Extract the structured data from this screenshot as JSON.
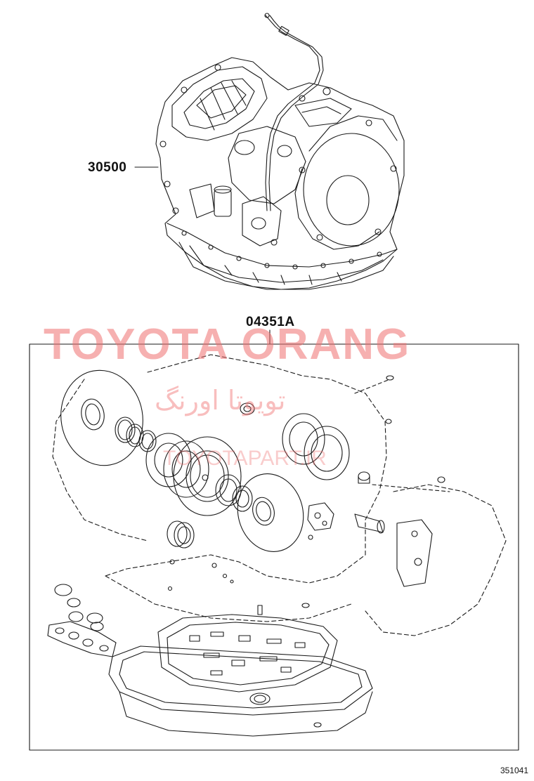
{
  "labels": {
    "assembly_part": "30500",
    "kit_part": "04351A"
  },
  "watermark": {
    "brand": "TOYOTA ORANG",
    "persian": "تویوتا اورنگ",
    "url": "TOYOTAPART.IR",
    "color": "#f07070"
  },
  "reference_number": "351041",
  "colors": {
    "line": "#1a1a1a",
    "background": "#ffffff"
  }
}
